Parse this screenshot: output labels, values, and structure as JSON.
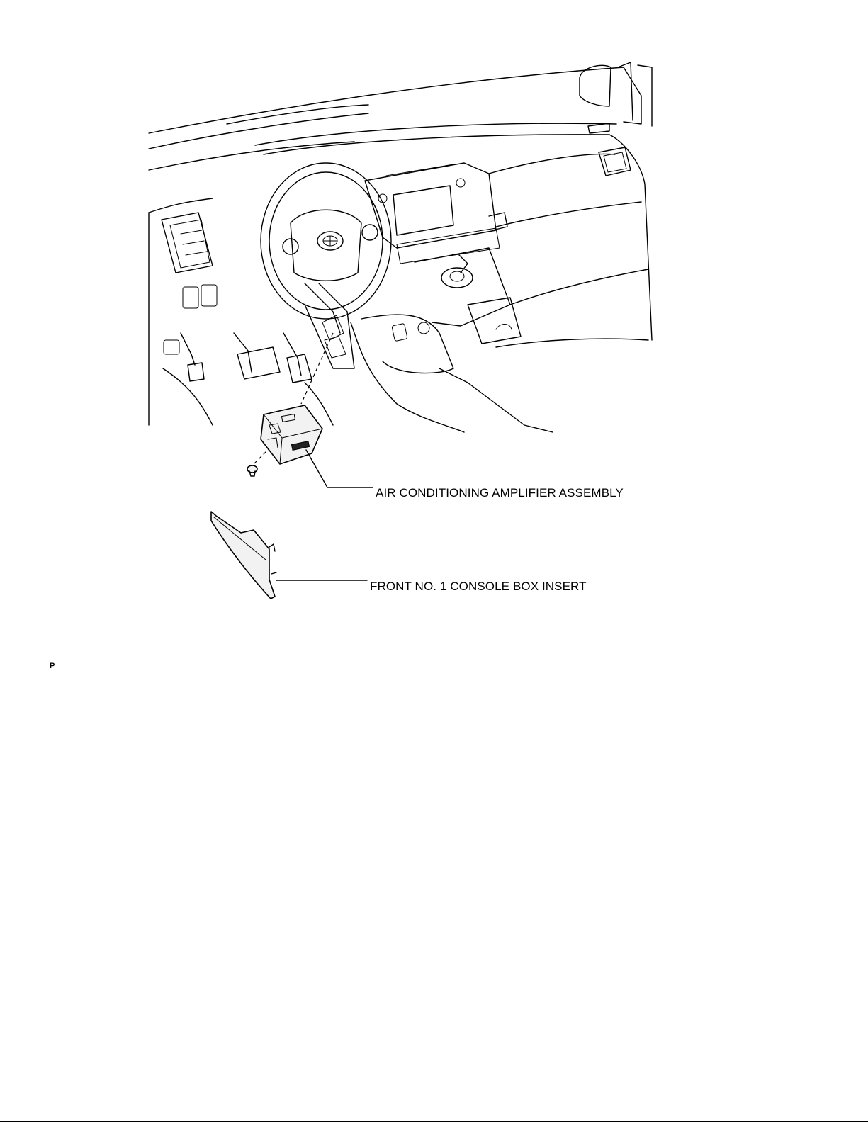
{
  "callouts": {
    "amplifier": "AIR CONDITIONING AMPLIFIER ASSEMBLY",
    "console_insert": "FRONT NO. 1 CONSOLE BOX INSERT"
  },
  "page_marker": "P",
  "colors": {
    "line": "#000000",
    "background": "#ffffff"
  }
}
